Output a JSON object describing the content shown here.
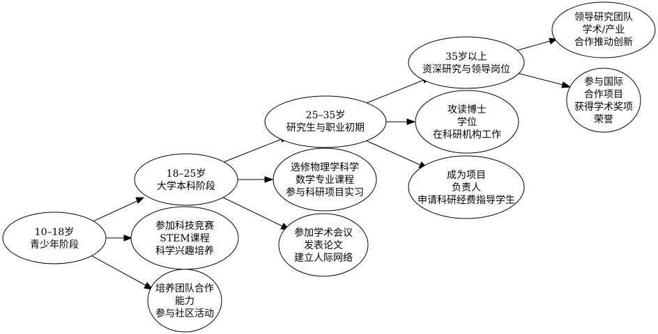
{
  "diagram": {
    "nodes": [
      {
        "id": "n10_18",
        "lines": [
          "10–18岁",
          "青少年阶段"
        ]
      },
      {
        "id": "n18_25",
        "lines": [
          "18–25岁",
          "大学本科阶段"
        ]
      },
      {
        "id": "n25_35",
        "lines": [
          "25–35岁",
          "研究生与职业初期"
        ]
      },
      {
        "id": "n35",
        "lines": [
          "35岁以上",
          "资深研究与领导岗位"
        ]
      },
      {
        "id": "stem",
        "lines": [
          "参加科技竞赛",
          "STEM课程",
          "科学兴趣培养"
        ]
      },
      {
        "id": "n_c",
        "lines": [
          "培养团队合作",
          "能力",
          "参与社区活动"
        ]
      },
      {
        "id": "n_d",
        "lines": [
          "选修物理学科学",
          "数学专业课程",
          "参与科研项目实习"
        ]
      },
      {
        "id": "n_e",
        "lines": [
          "参加学术会议",
          "发表论文",
          "建立人际网络"
        ]
      },
      {
        "id": "n_f",
        "lines": [
          "攻读博士",
          "学位",
          "在科研机构工作"
        ]
      },
      {
        "id": "n_g",
        "lines": [
          "成为项目",
          "负责人",
          "申请科研经费指导学生"
        ]
      },
      {
        "id": "n_h",
        "lines": [
          "领导研究团队",
          "学术/产业",
          "合作推动创新"
        ]
      },
      {
        "id": "n_i",
        "lines": [
          "参与国际",
          "合作项目",
          "获得学术奖项",
          "荣誉"
        ]
      }
    ]
  }
}
